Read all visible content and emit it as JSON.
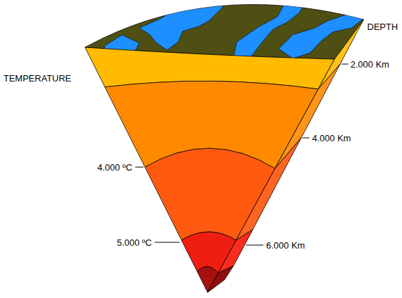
{
  "diagram": {
    "labels": [
      "DEPTH",
      "TEMPERATURE",
      "2.000 Km",
      "4.000 Km",
      "4.000 ºC",
      "5.000 ºC",
      "6.000 Km"
    ]
  }
}
